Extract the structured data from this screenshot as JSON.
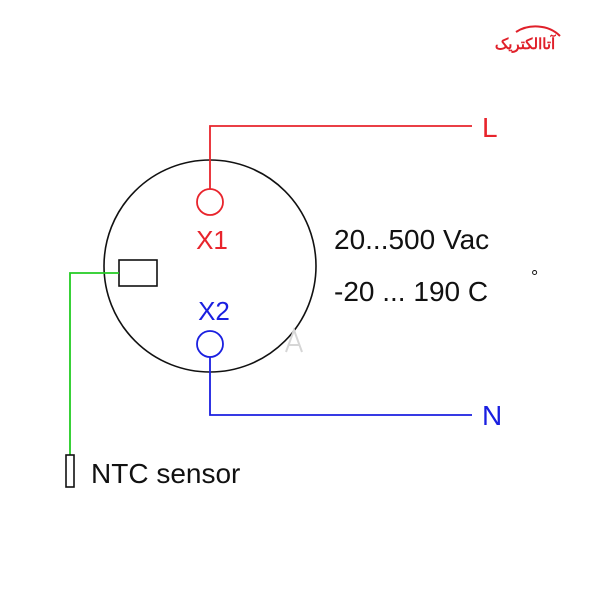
{
  "logo": {
    "text": "آتاالکتریک",
    "color": "#e0202a"
  },
  "terminals": {
    "x1": "X1",
    "x2": "X2"
  },
  "lines": {
    "live": "L",
    "neutral": "N"
  },
  "specs": {
    "voltage": "20...500 Vac",
    "temperature": "-20 ... 190 C"
  },
  "degree_symbol": "°",
  "sensor": {
    "label": "NTC sensor"
  },
  "colors": {
    "live_wire": "#e8242c",
    "neutral_wire": "#1a1fe0",
    "sensor_wire": "#22cc22",
    "outline": "#111111",
    "text": "#111111"
  }
}
